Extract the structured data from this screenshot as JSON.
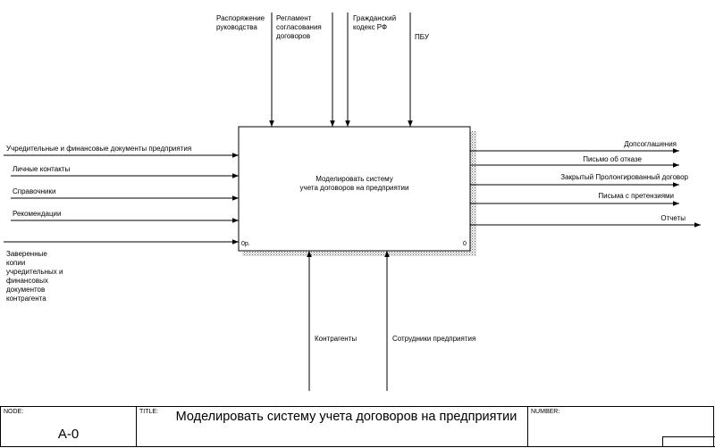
{
  "controls": [
    {
      "label": "Распоряжение\nруководства"
    },
    {
      "label": "Регламент\nсогласования\nдоговоров"
    },
    {
      "label": "Гражданский\nкодекс РФ"
    },
    {
      "label": "ПБУ"
    }
  ],
  "inputs": [
    {
      "label": "Учредительные и финансовые документы предприятия"
    },
    {
      "label": "Личные контакты"
    },
    {
      "label": "Справочники"
    },
    {
      "label": "Рекомендации"
    },
    {
      "label": "Заверенные\nкопии\nучредительных и\nфинансовых\nдокументов\nконтрагента"
    }
  ],
  "outputs": [
    {
      "label": "Допсоглашения"
    },
    {
      "label": "Письмо об отказе"
    },
    {
      "label": "Закрытый Пролонгированный договор"
    },
    {
      "label": "Письма с претензиями"
    },
    {
      "label": "Отчеты"
    }
  ],
  "mechanisms": [
    {
      "label": "Контрагенты"
    },
    {
      "label": "Сотрудники предприятия"
    }
  ],
  "activity": {
    "label": "Моделировать систему\nучета договоров на предприятии",
    "cost": "0р.",
    "number": "0"
  },
  "footer": {
    "node_header": "NODE:",
    "node_value": "A-0",
    "title_header": "TITLE:",
    "title_value": "Моделировать систему учета договоров на предприятии",
    "number_header": "NUMBER:"
  }
}
